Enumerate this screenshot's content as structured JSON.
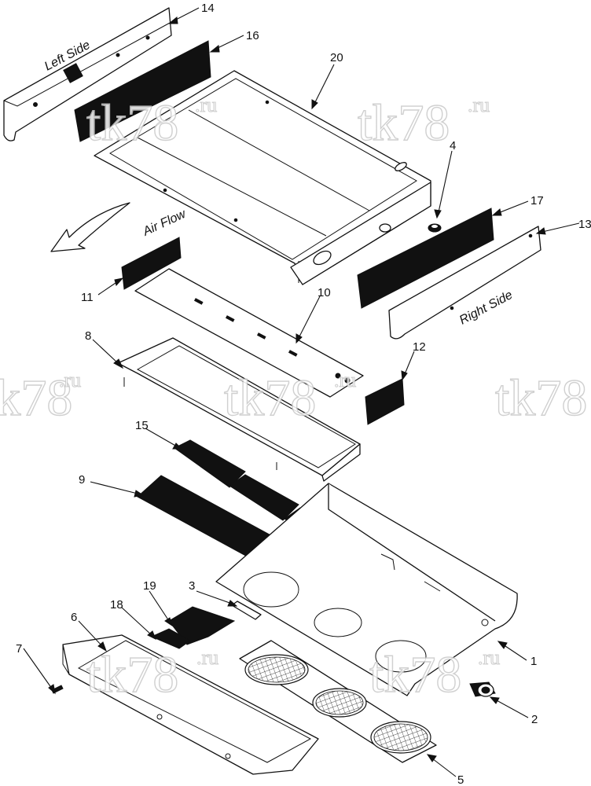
{
  "labels": {
    "left_side": "Left Side",
    "right_side": "Right Side",
    "air_flow": "Air Flow"
  },
  "callouts": [
    "1",
    "2",
    "3",
    "4",
    "5",
    "6",
    "7",
    "8",
    "9",
    "10",
    "11",
    "12",
    "13",
    "14",
    "15",
    "16",
    "17",
    "18",
    "19",
    "20"
  ],
  "watermark": {
    "main": "tk78",
    "suffix": ".ru"
  }
}
